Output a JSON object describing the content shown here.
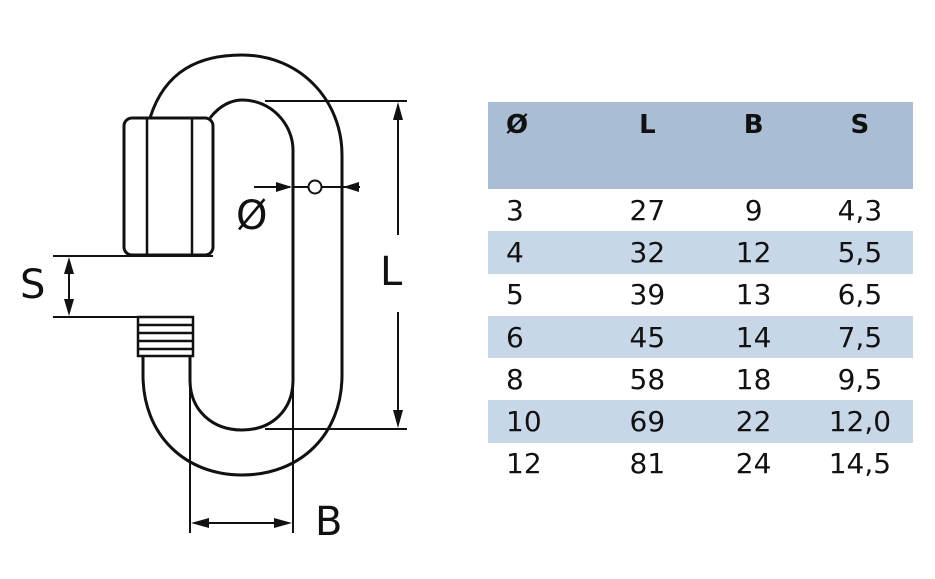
{
  "drawing": {
    "labels": {
      "diameter": "Ø",
      "length": "L",
      "width": "B",
      "gap": "S"
    }
  },
  "table": {
    "header_color": "#a9bdd5",
    "stripe_color": "#c8d7e7",
    "headers": [
      "Ø",
      "L",
      "B",
      "S"
    ],
    "rows": [
      [
        "3",
        "27",
        "9",
        "4,3"
      ],
      [
        "4",
        "32",
        "12",
        "5,5"
      ],
      [
        "5",
        "39",
        "13",
        "6,5"
      ],
      [
        "6",
        "45",
        "14",
        "7,5"
      ],
      [
        "8",
        "58",
        "18",
        "9,5"
      ],
      [
        "10",
        "69",
        "22",
        "12,0"
      ],
      [
        "12",
        "81",
        "24",
        "14,5"
      ]
    ]
  }
}
